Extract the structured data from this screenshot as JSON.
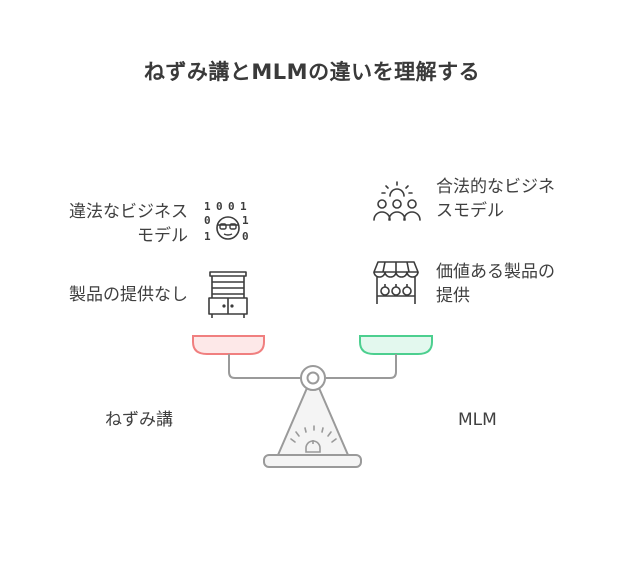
{
  "title": "ねずみ講とMLMの違いを理解する",
  "left": {
    "label": "ねずみ講",
    "items": [
      {
        "line1": "違法なビジネス",
        "line2": "モデル",
        "icon": "binary-code-face-icon"
      },
      {
        "line1": "製品の提供なし",
        "icon": "empty-shelf-icon"
      }
    ],
    "pan_color": "#f07f7f",
    "pan_fill": "#fde8e8"
  },
  "right": {
    "label": "MLM",
    "items": [
      {
        "line1": "合法的なビジネ",
        "line2": "スモデル",
        "icon": "people-group-icon"
      },
      {
        "line1": "価値ある製品の",
        "line2": "提供",
        "icon": "market-stall-icon"
      }
    ],
    "pan_color": "#4ccf8f",
    "pan_fill": "#e3f8ee"
  },
  "binary_digits": [
    "1",
    "0",
    "0",
    "1",
    "0",
    "1",
    "1",
    "0"
  ]
}
